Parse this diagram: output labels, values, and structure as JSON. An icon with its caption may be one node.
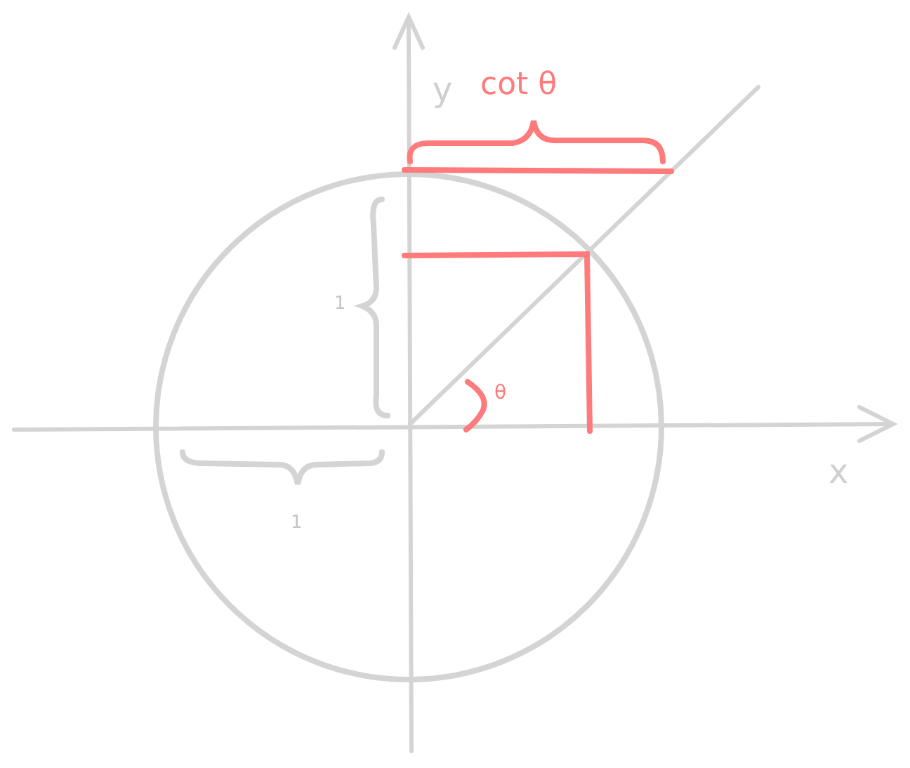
{
  "diagram": {
    "labels": [
      "y",
      "cot θ",
      "1",
      "θ",
      "1",
      "x"
    ]
  }
}
